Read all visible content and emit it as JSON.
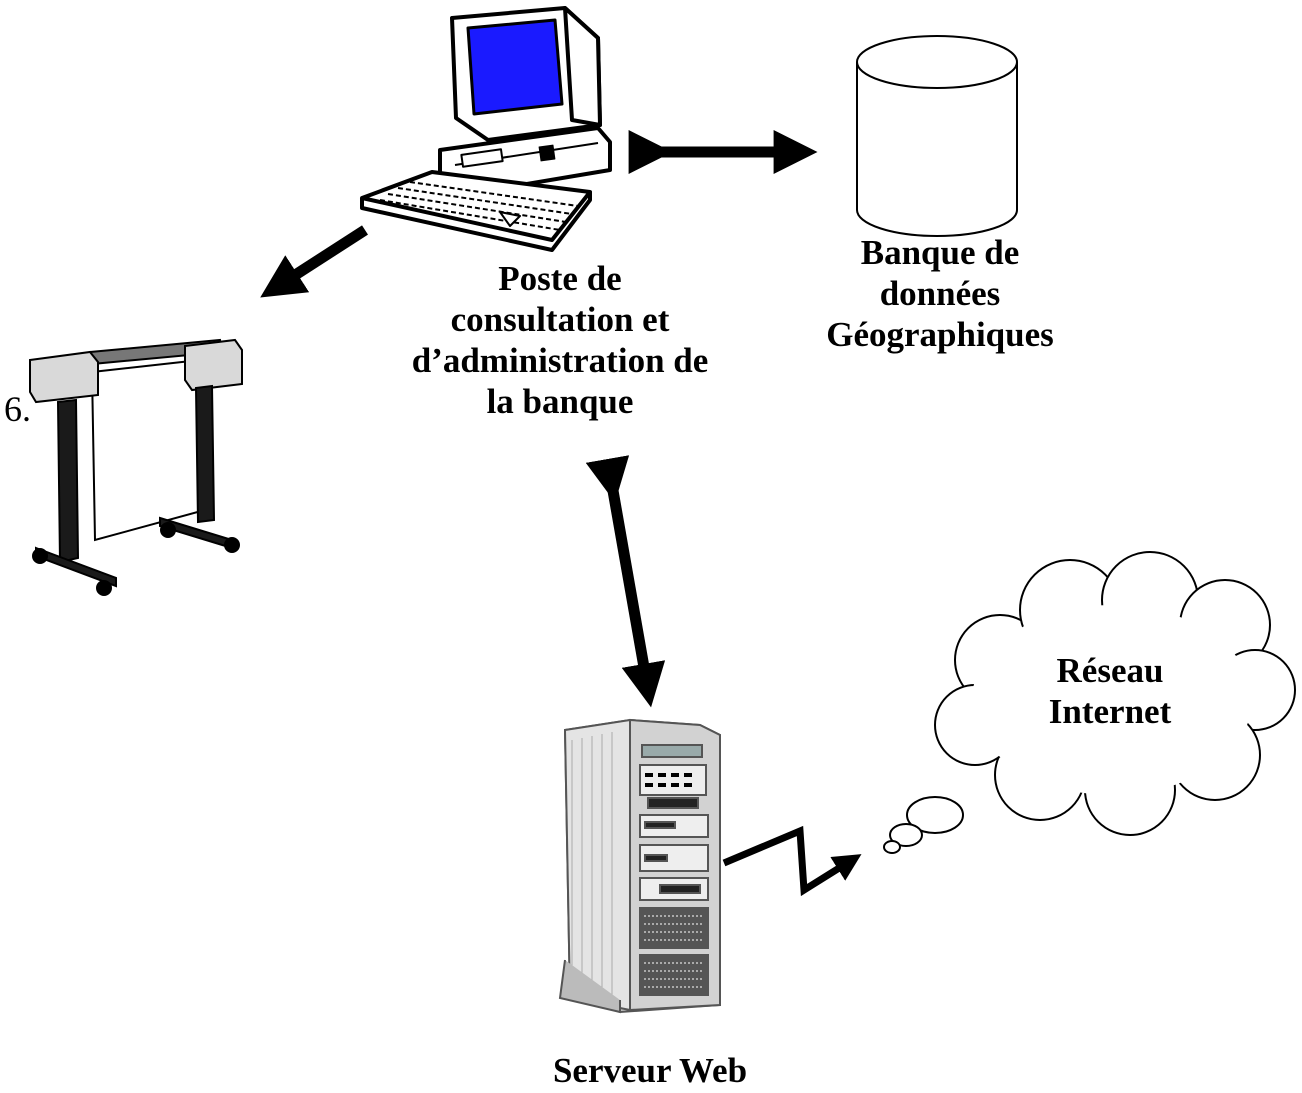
{
  "nodes": {
    "workstation": {
      "label_lines": [
        "Poste de",
        "consultation et",
        "d’administration de",
        "la banque"
      ]
    },
    "database": {
      "label_lines": [
        "Banque de",
        "données",
        "Géographiques"
      ]
    },
    "network": {
      "label_lines": [
        "Réseau",
        "Internet"
      ]
    },
    "server": {
      "label_lines": [
        "Serveur Web"
      ]
    },
    "plotter": {
      "marker": "6."
    }
  },
  "icons": {
    "workstation": "desktop-computer-icon",
    "database": "database-cylinder-icon",
    "plotter": "plotter-printer-icon",
    "server": "server-tower-icon",
    "network": "cloud-icon"
  },
  "connections": [
    {
      "from": "workstation",
      "to": "database",
      "style": "double-arrow"
    },
    {
      "from": "workstation",
      "to": "plotter",
      "style": "arrow"
    },
    {
      "from": "workstation",
      "to": "server",
      "style": "double-arrow"
    },
    {
      "from": "server",
      "to": "network",
      "style": "lightning-link"
    }
  ],
  "colors": {
    "screen": "#1a1aff",
    "server_body": "#c8c8c8",
    "plotter_body": "#d9d9d9",
    "lines": "#000000"
  }
}
